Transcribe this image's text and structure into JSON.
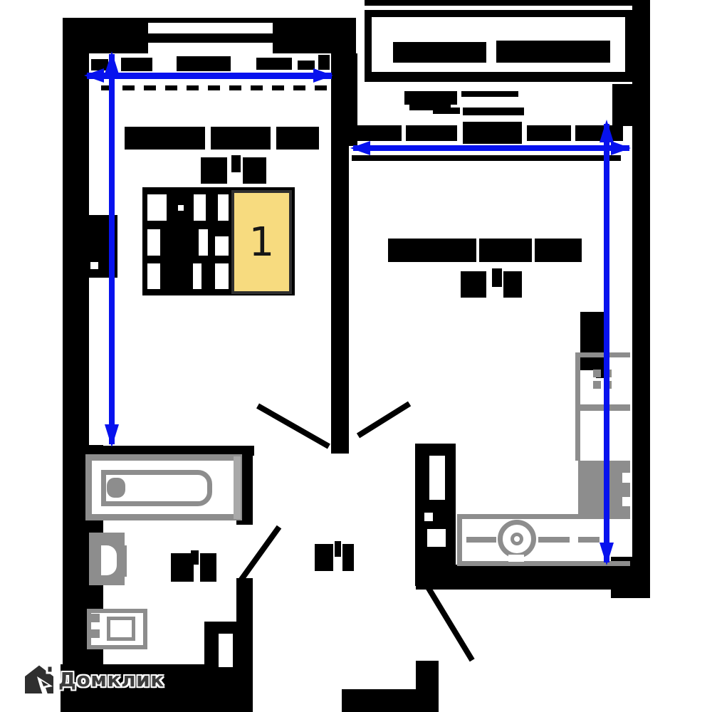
{
  "plan": {
    "unit_badge": {
      "number": "1"
    },
    "colors": {
      "wall": "#000000",
      "arrow": "#0712ee",
      "fixture": "#8d8d8d",
      "badge_fill": "#f7db7f",
      "badge_border": "#2f2f2f",
      "logo_text": "#3d3d3d",
      "background": "#ffffff"
    }
  },
  "watermark": {
    "text": "Домклик",
    "icon": "house-cursor-logo"
  }
}
